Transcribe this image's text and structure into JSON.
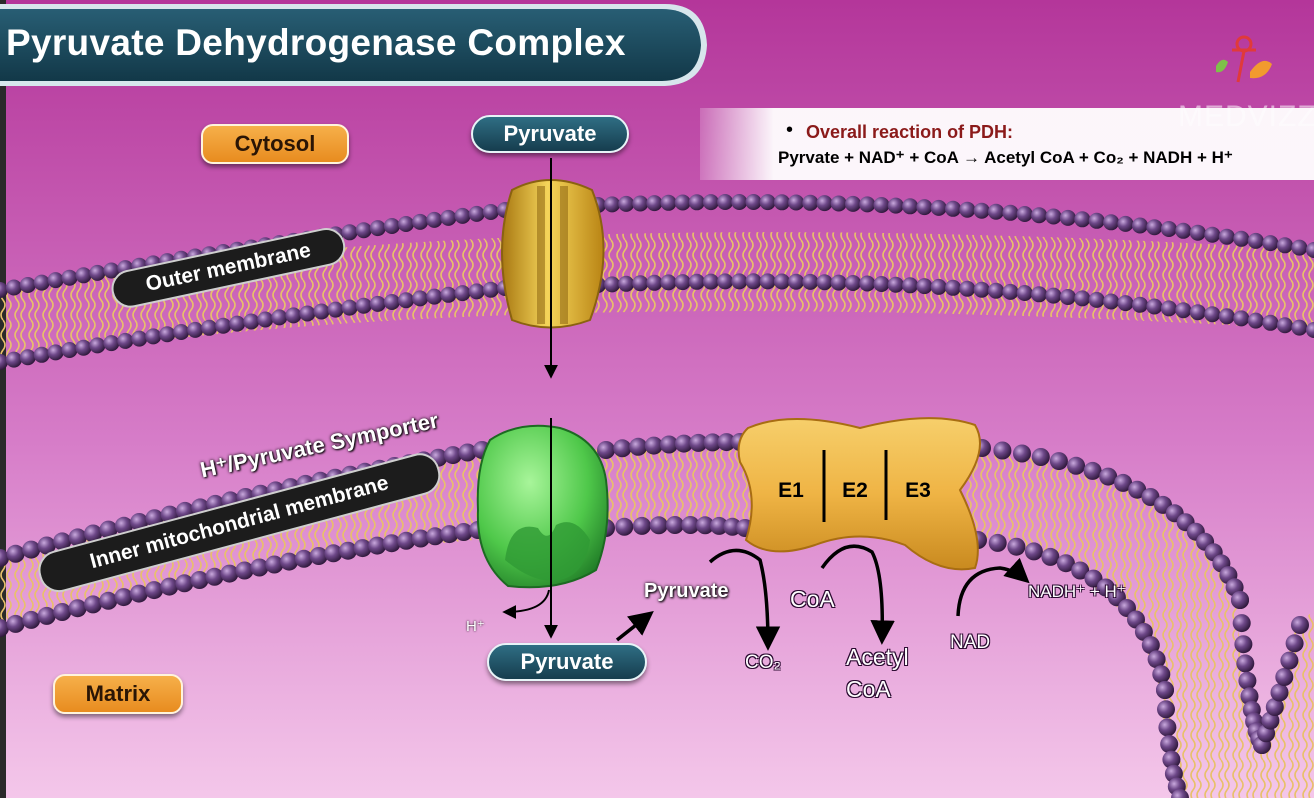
{
  "title": "Pyruvate Dehydrogenase Complex",
  "brand": {
    "name": "MEDVIZZ",
    "logo": "medvizz-logo-icon"
  },
  "info_box": {
    "bullet": "•",
    "heading": "Overall reaction of PDH:",
    "equation": "Pyrvate + NAD⁺ + CoA → Acetyl CoA + Co₂ + NADH + H⁺"
  },
  "regions": {
    "cytosol": "Cytosol",
    "matrix": "Matrix"
  },
  "membranes": {
    "outer": "Outer membrane",
    "inner": "Inner mitochondrial membrane"
  },
  "transporters": {
    "symporter": "H⁺/Pyruvate Symporter"
  },
  "molecules": {
    "pyruvate_top": "Pyruvate",
    "pyruvate_matrix": "Pyruvate",
    "pyruvate_reactant": "Pyruvate",
    "h_plus": "H⁺",
    "co2": "CO₂",
    "coa": "CoA",
    "acetyl": "Acetyl",
    "acetyl_coa": "CoA",
    "nad": "NAD",
    "nadh": "NADH⁺ + H⁺"
  },
  "enzyme": {
    "e1": "E1",
    "e2": "E2",
    "e3": "E3"
  },
  "colors": {
    "background_top": "#b93a9e",
    "background_bottom": "#f1bde6",
    "lipid_head": "#5b3a72",
    "porin": "#e4b42c",
    "symporter": "#5fd35a",
    "pdh_complex": "#f0b646",
    "title_bar": "#1a4a5e",
    "reaction_heading": "#8b1a1a"
  }
}
